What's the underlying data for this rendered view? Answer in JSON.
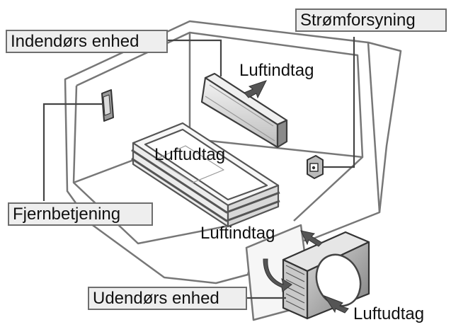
{
  "callouts": {
    "indoor_unit": "Indendørs enhed",
    "power_supply": "Strømforsyning",
    "remote_control": "Fjernbetjening",
    "outdoor_unit": "Udendørs enhed"
  },
  "airflow": {
    "indoor_intake": "Luftindtag",
    "indoor_outlet": "Luftudtag",
    "outdoor_intake": "Luftindtag",
    "outdoor_outlet": "Luftudtag"
  }
}
